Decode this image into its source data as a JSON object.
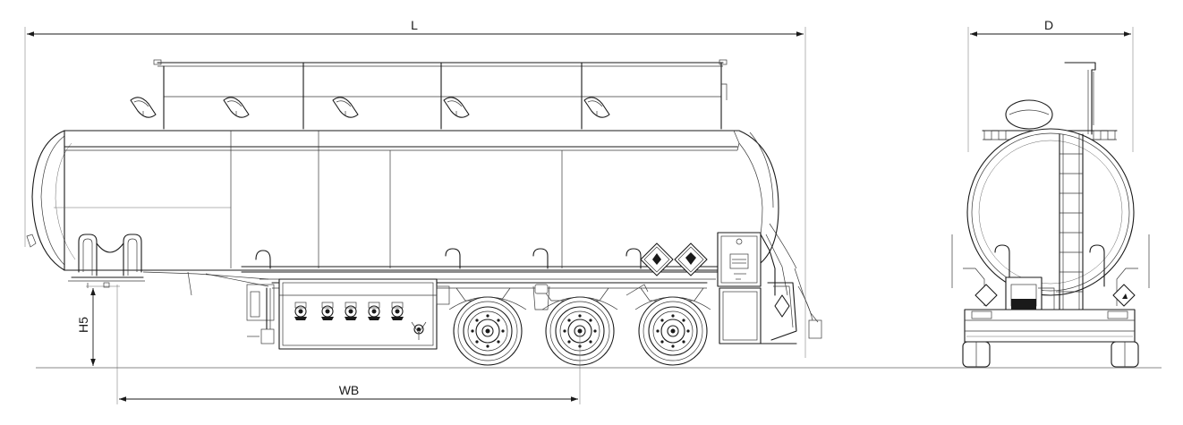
{
  "dimensions": {
    "length_label": "L",
    "diameter_label": "D",
    "height_label": "H5",
    "wheelbase_label": "WB"
  },
  "colors": {
    "line": "#1a1a1a",
    "ground": "#8a8a8a",
    "background": "#ffffff"
  }
}
